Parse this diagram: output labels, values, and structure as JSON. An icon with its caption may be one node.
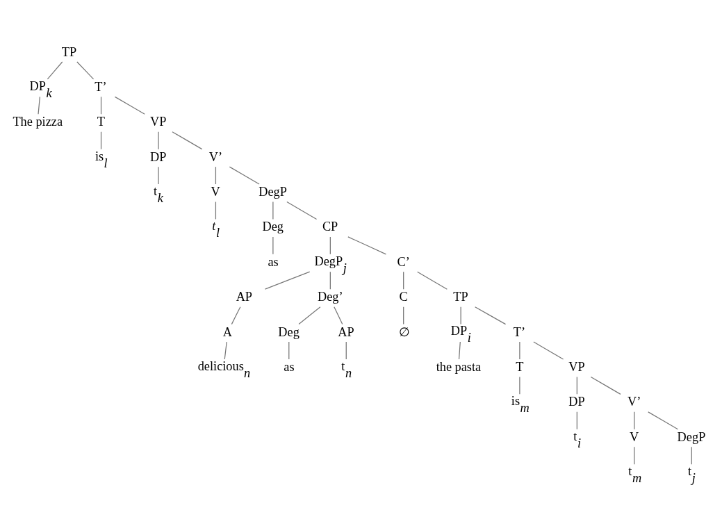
{
  "diagram": {
    "nodes": [
      {
        "text": [
          "TP"
        ]
      },
      {
        "text": [
          "DP$_{k}$"
        ]
      },
      {
        "text": [
          "T’"
        ]
      },
      {
        "text": [
          "The pizza"
        ]
      },
      {
        "text": [
          "T"
        ]
      },
      {
        "text": [
          "VP"
        ]
      },
      {
        "text": [
          "is$_{l}$"
        ]
      },
      {
        "text": [
          "DP"
        ]
      },
      {
        "text": [
          "V’"
        ]
      },
      {
        "text": [
          "t$_{k}$"
        ]
      },
      {
        "text": [
          "V"
        ]
      },
      {
        "text": [
          "DegP"
        ]
      },
      {
        "text": [
          "*t*$_{l}$"
        ]
      },
      {
        "text": [
          "Deg"
        ]
      },
      {
        "text": [
          "CP"
        ]
      },
      {
        "text": [
          "as"
        ]
      },
      {
        "text": [
          "DegP$_{j}$"
        ]
      },
      {
        "text": [
          "C’"
        ]
      },
      {
        "text": [
          "AP"
        ]
      },
      {
        "text": [
          "Deg’"
        ]
      },
      {
        "text": [
          "C"
        ]
      },
      {
        "text": [
          "TP"
        ]
      },
      {
        "text": [
          "A"
        ]
      },
      {
        "text": [
          "Deg"
        ]
      },
      {
        "text": [
          "AP"
        ]
      },
      {
        "text": [
          "∅"
        ]
      },
      {
        "text": [
          "DP$_{i}$"
        ]
      },
      {
        "text": [
          "T’"
        ]
      },
      {
        "text": [
          "delicious$_{n}$"
        ]
      },
      {
        "text": [
          "as"
        ]
      },
      {
        "text": [
          "t$_{n}$"
        ]
      },
      {
        "text": [
          "the pasta"
        ]
      },
      {
        "text": [
          "T"
        ]
      },
      {
        "text": [
          "VP"
        ]
      },
      {
        "text": [
          "is$_{m}$"
        ]
      },
      {
        "text": [
          "DP"
        ]
      },
      {
        "text": [
          "V’"
        ]
      },
      {
        "text": [
          "t$_{i}$"
        ]
      },
      {
        "text": [
          "V"
        ]
      },
      {
        "text": [
          "DegP"
        ]
      },
      {
        "text": [
          "t$_{m}$"
        ]
      },
      {
        "text": [
          "t$_{j}$"
        ]
      }
    ],
    "edges": [
      {
        "from": 0,
        "to": 1,
        "arrow": "none"
      },
      {
        "from": 0,
        "to": 2,
        "arrow": "none"
      },
      {
        "from": 1,
        "to": 3,
        "arrow": "none"
      },
      {
        "from": 2,
        "to": 4,
        "arrow": "none"
      },
      {
        "from": 2,
        "to": 5,
        "arrow": "none"
      },
      {
        "from": 4,
        "to": 6,
        "arrow": "none"
      },
      {
        "from": 5,
        "to": 7,
        "arrow": "none"
      },
      {
        "from": 5,
        "to": 8,
        "arrow": "none"
      },
      {
        "from": 7,
        "to": 9,
        "arrow": "none"
      },
      {
        "from": 8,
        "to": 10,
        "arrow": "none"
      },
      {
        "from": 8,
        "to": 11,
        "arrow": "none"
      },
      {
        "from": 10,
        "to": 12,
        "arrow": "none"
      },
      {
        "from": 11,
        "to": 13,
        "arrow": "none"
      },
      {
        "from": 11,
        "to": 14,
        "arrow": "none"
      },
      {
        "from": 13,
        "to": 15,
        "arrow": "none"
      },
      {
        "from": 14,
        "to": 16,
        "arrow": "none"
      },
      {
        "from": 14,
        "to": 17,
        "arrow": "none"
      },
      {
        "from": 16,
        "to": 18,
        "arrow": "none"
      },
      {
        "from": 16,
        "to": 19,
        "arrow": "none"
      },
      {
        "from": 17,
        "to": 20,
        "arrow": "none"
      },
      {
        "from": 17,
        "to": 21,
        "arrow": "none"
      },
      {
        "from": 18,
        "to": 22,
        "arrow": "none"
      },
      {
        "from": 19,
        "to": 23,
        "arrow": "none"
      },
      {
        "from": 19,
        "to": 24,
        "arrow": "none"
      },
      {
        "from": 20,
        "to": 25,
        "arrow": "none"
      },
      {
        "from": 21,
        "to": 26,
        "arrow": "none"
      },
      {
        "from": 21,
        "to": 27,
        "arrow": "none"
      },
      {
        "from": 22,
        "to": 28,
        "arrow": "none"
      },
      {
        "from": 23,
        "to": 29,
        "arrow": "none"
      },
      {
        "from": 24,
        "to": 30,
        "arrow": "none"
      },
      {
        "from": 26,
        "to": 31,
        "arrow": "none"
      },
      {
        "from": 27,
        "to": 32,
        "arrow": "none"
      },
      {
        "from": 27,
        "to": 33,
        "arrow": "none"
      },
      {
        "from": 32,
        "to": 34,
        "arrow": "none"
      },
      {
        "from": 33,
        "to": 35,
        "arrow": "none"
      },
      {
        "from": 33,
        "to": 36,
        "arrow": "none"
      },
      {
        "from": 35,
        "to": 37,
        "arrow": "none"
      },
      {
        "from": 36,
        "to": 38,
        "arrow": "none"
      },
      {
        "from": 36,
        "to": 39,
        "arrow": "none"
      },
      {
        "from": 38,
        "to": 40,
        "arrow": "none"
      },
      {
        "from": 39,
        "to": 41,
        "arrow": "none"
      }
    ]
  }
}
